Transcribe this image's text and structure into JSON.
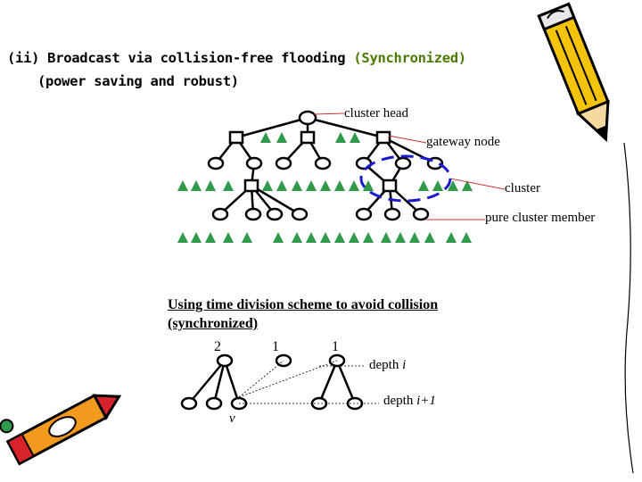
{
  "slide": {
    "title_part1": "(ii) Broadcast via collision-free flooding ",
    "title_highlight": "(Synchronized)",
    "title_line2": "(power saving and robust)",
    "colors": {
      "highlight": "#4a7a00",
      "triangle": "#2e9a4a",
      "ellipse": "#1a1acc",
      "pointer": "#cc3333"
    }
  },
  "tree_labels": {
    "cluster_head": "cluster head",
    "gateway_node": "gateway node",
    "cluster": "cluster",
    "pure_cluster_member": "pure cluster member"
  },
  "scheme": {
    "note_line1": "Using time division scheme to avoid collision",
    "note_line2": "(synchronized)",
    "slots": [
      "2",
      "1",
      "1"
    ],
    "depth_i_label": "depth ",
    "depth_i_var": "i",
    "depth_i1_label": "depth ",
    "depth_i1_var": "i+1",
    "node_v": "v"
  },
  "decorations": [
    "pencil-icon",
    "crayon-icon"
  ]
}
